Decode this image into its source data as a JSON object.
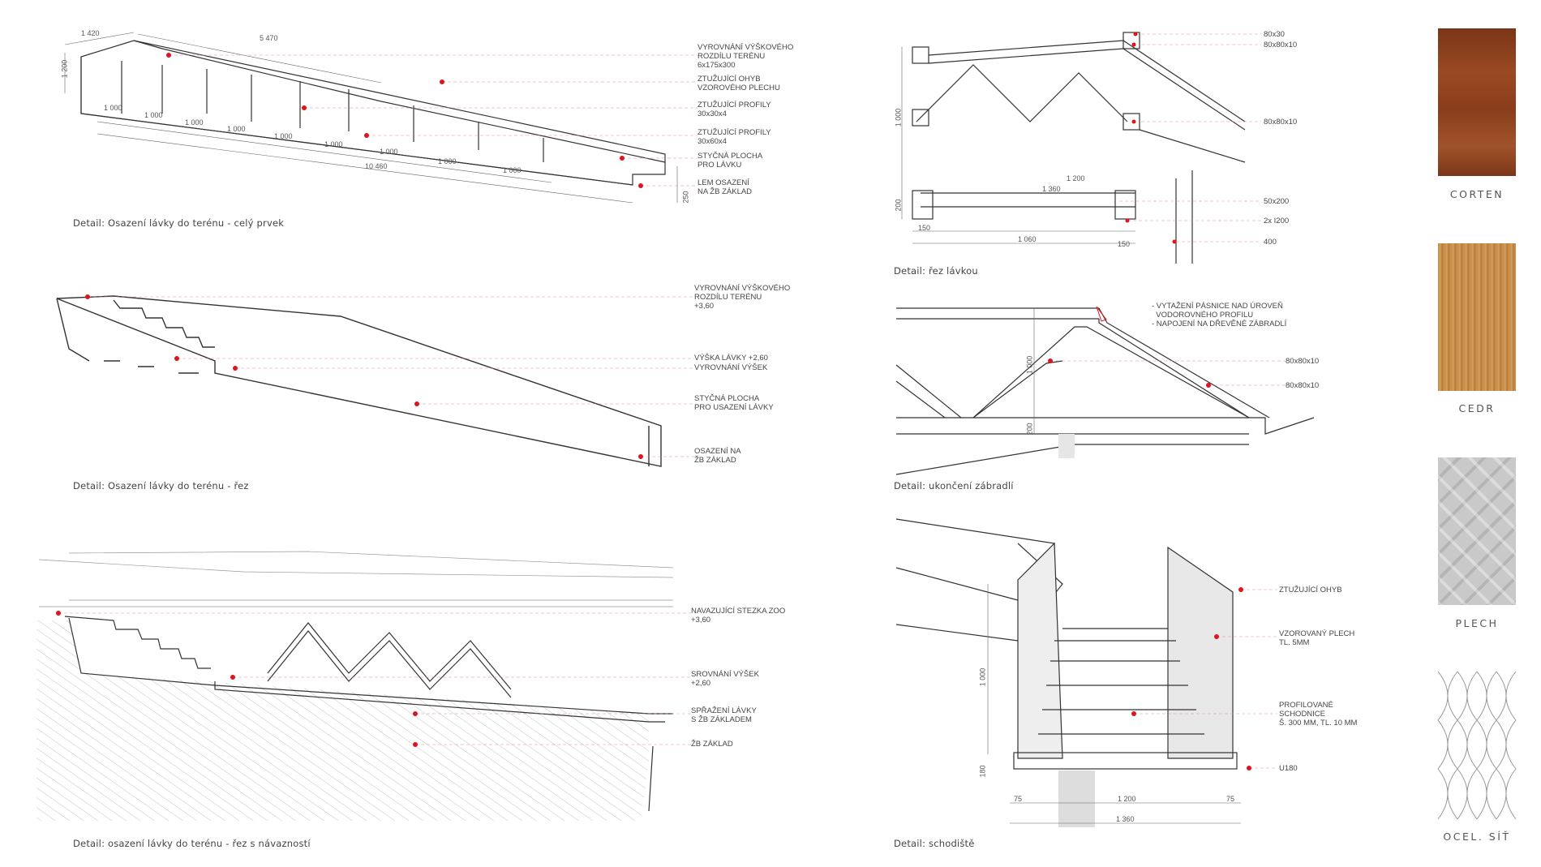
{
  "details": {
    "d1": {
      "caption": "Detail: Osazení lávky do terénu - celý prvek",
      "notes": [
        "VYROVNÁNÍ VÝŠKOVÉHO\nROZDÍLU TERÉNU\n6x175x300",
        "ZTUŽUJÍCÍ OHYB\nVZOROVÉHO PLECHU",
        "ZTUŽUJÍCÍ PROFILY\n30x30x4",
        "ZTUŽUJÍCÍ PROFILY\n30x60x4",
        "STYČNÁ PLOCHA\nPRO LÁVKU",
        "LEM OSAZENÍ\nNA ŽB ZÁKLAD"
      ],
      "dims": [
        "1 420",
        "5 470",
        "1 200",
        "1 000",
        "1 000",
        "1 000",
        "1 000",
        "1 000",
        "1 000",
        "1 000",
        "1 000",
        "1 000",
        "10 460",
        "250"
      ]
    },
    "d2": {
      "caption": "Detail: Osazení lávky do terénu - řez",
      "notes": [
        "VYROVNÁNÍ VÝŠKOVÉHO\nROZDÍLU TERÉNU\n+3,60",
        "VÝŠKA LÁVKY +2,60",
        "VYROVNÁNÍ VÝŠEK",
        "STYČNÁ PLOCHA\nPRO USAZENÍ LÁVKY",
        "OSAZENÍ NA\nŽB ZÁKLAD"
      ]
    },
    "d3": {
      "caption": "Detail: osazení lávky do terénu - řez s návazností",
      "notes": [
        "NAVAZUJÍCÍ STEZKA ZOO\n+3,60",
        "SROVNÁNÍ VÝŠEK\n+2,60",
        "SPŘAŽENÍ LÁVKY\nS ŽB ZÁKLADEM",
        "ŽB ZÁKLAD"
      ]
    },
    "d4": {
      "caption": "Detail: řez lávkou",
      "notes": [
        "80x30",
        "80x80x10",
        "80x80x10",
        "50x200",
        "2x I200",
        "400"
      ],
      "dims": [
        "1 000",
        "200",
        "150",
        "1 060",
        "150",
        "1 200",
        "1 360"
      ]
    },
    "d5": {
      "caption": "Detail: ukončení zábradlí",
      "notes": [
        "- VYTAŽENÍ PÁSNICE NAD ÚROVEŇ\n  VODOROVNÉHO PROFILU\n- NAPOJENÍ NA DŘEVĚNÉ ZÁBRADLÍ",
        "80x80x10",
        "80x80x10"
      ],
      "dims": [
        "1 000",
        "200"
      ]
    },
    "d6": {
      "caption": "Detail: schodiště",
      "notes": [
        "ZTUŽUJÍCÍ OHYB",
        "VZOROVANÝ PLECH\nTL. 5MM",
        "PROFILOVANÉ\nSCHODNICE\nŠ. 300 MM, TL. 10 MM",
        "U180"
      ],
      "dims": [
        "1 000",
        "180",
        "75",
        "1 200",
        "75",
        "1 360"
      ]
    }
  },
  "materials": [
    {
      "label": "CORTEN",
      "color": "#8a3d1c"
    },
    {
      "label": "CEDR",
      "color": "#c8914c"
    },
    {
      "label": "PLECH",
      "color": "#c9c9c9"
    },
    {
      "label": "OCEL. SÍŤ",
      "color": "#ffffff"
    }
  ],
  "colors": {
    "marker": "#e0141e",
    "leader": "#e88a8a",
    "line": "#333333"
  }
}
